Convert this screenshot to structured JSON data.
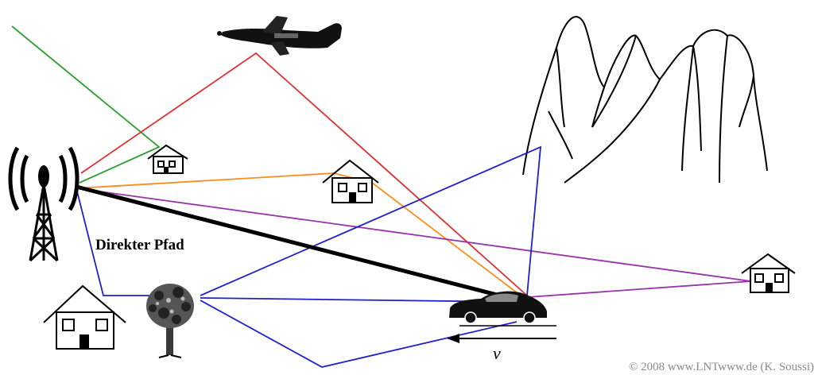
{
  "labels": {
    "direct_path": "Direkter Pfad",
    "velocity": "v",
    "copyright": "© 2008 www.LNTwww.de (K. Soussi)"
  },
  "colors": {
    "direct": "#000000",
    "aircraft_path": "#e03030",
    "far_reflection": "#2ea02e",
    "house_path": "#ff8c1a",
    "far_house_path": "#9933aa",
    "scatter_paths": "#2020cc"
  },
  "icons": [
    "antenna-tower-icon",
    "airplane-icon",
    "mountain-icon",
    "house-icon",
    "tree-icon",
    "car-icon"
  ]
}
